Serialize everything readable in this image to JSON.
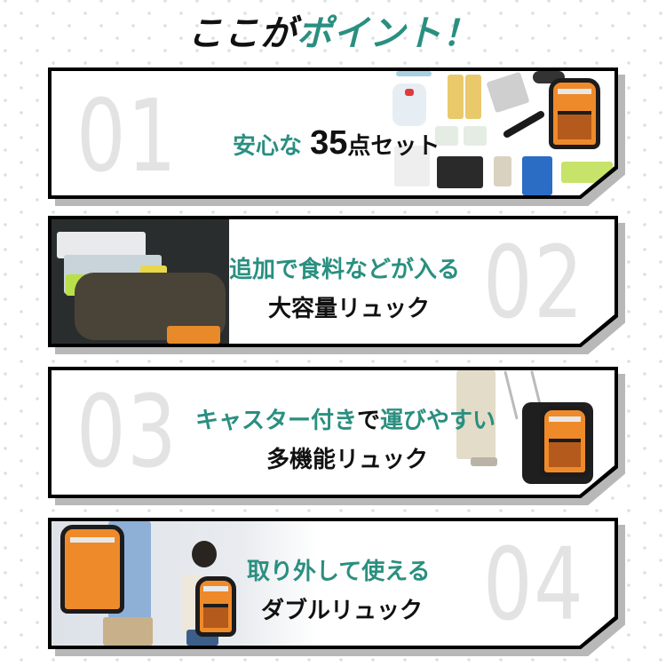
{
  "heading": {
    "dark_part": "ここが",
    "accent_part": "ポイント！"
  },
  "colors": {
    "accent": "#2a8f80",
    "text_dark": "#111111",
    "number_gray": "#e3e3e3",
    "frame": "#000000",
    "shadow": "#b8b8b8",
    "bag_orange": "#ef8a2a"
  },
  "points": [
    {
      "number": "01",
      "line1_accent": "安心な",
      "line1_count": "35",
      "line1_rest": "点セット",
      "image": "emergency-kit-items-and-rolling-backpack"
    },
    {
      "number": "02",
      "line1": "追加で食料などが入る",
      "line2": "大容量リュック",
      "image": "open-backpack-with-supplies"
    },
    {
      "number": "03",
      "line1_a": "キャスター付き",
      "line1_b": "で",
      "line1_c": "運びやすい",
      "line2": "多機能リュック",
      "image": "person-pulling-wheeled-backpack"
    },
    {
      "number": "04",
      "line1": "取り外して使える",
      "line2": "ダブルリュック",
      "image": "adult-and-child-wearing-backpacks"
    }
  ]
}
